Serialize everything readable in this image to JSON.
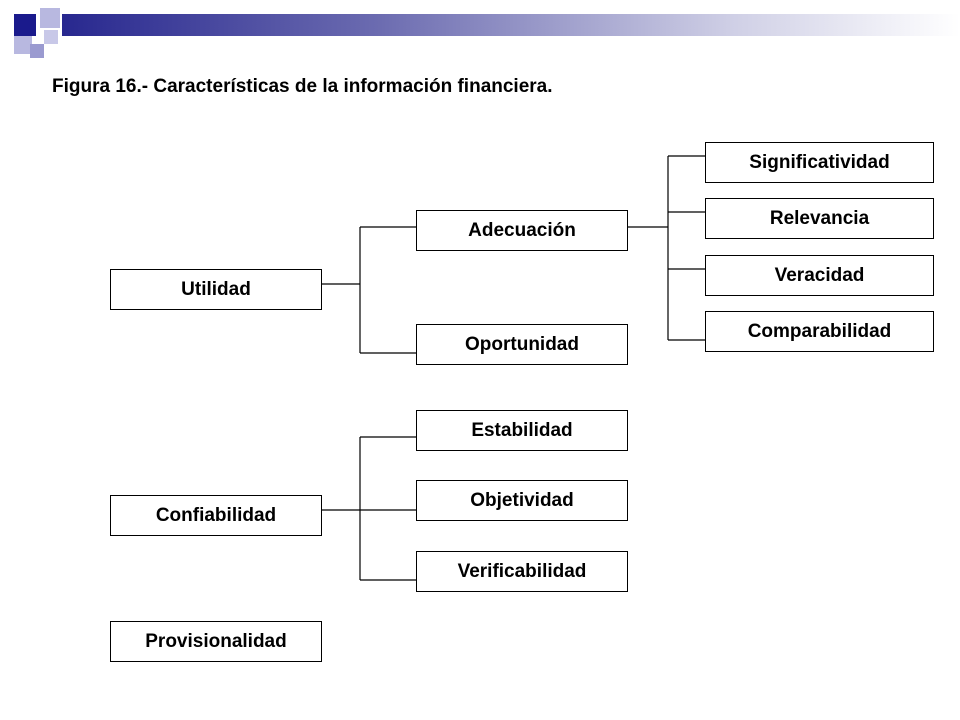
{
  "title": "Figura 16.- Características de la información financiera.",
  "colors": {
    "accent": "#1a1a8c",
    "bar_start": "#28288f"
  },
  "nodes": {
    "utilidad": "Utilidad",
    "adecuacion": "Adecuación",
    "oportunidad": "Oportunidad",
    "significatividad": "Significatividad",
    "relevancia": "Relevancia",
    "veracidad": "Veracidad",
    "comparabilidad": "Comparabilidad",
    "confiabilidad": "Confiabilidad",
    "estabilidad": "Estabilidad",
    "objetividad": "Objetividad",
    "verificabilidad": "Verificabilidad",
    "provisionalidad": "Provisionalidad"
  }
}
